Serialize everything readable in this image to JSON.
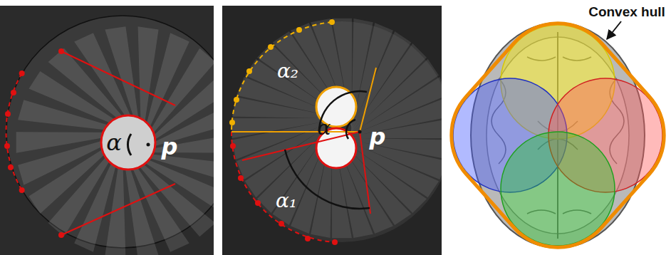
{
  "diagram": {
    "labels": [
      "α",
      "p",
      "α₂",
      "α",
      "p",
      "α₁",
      "Convex hull"
    ]
  }
}
